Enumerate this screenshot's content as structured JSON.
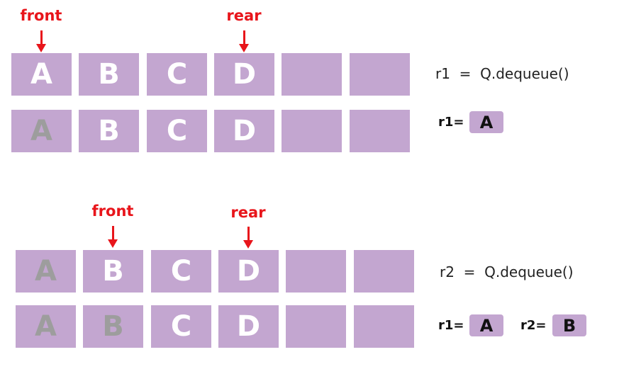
{
  "pointer_labels": {
    "front": "front",
    "rear": "rear"
  },
  "rows": [
    [
      "A",
      "B",
      "C",
      "D",
      "",
      ""
    ],
    [
      "A",
      "B",
      "C",
      "D",
      "",
      ""
    ],
    [
      "A",
      "B",
      "C",
      "D",
      "",
      ""
    ],
    [
      "A",
      "B",
      "C",
      "D",
      "",
      ""
    ]
  ],
  "operations": {
    "op1": "r1  =  Q.dequeue()",
    "op2": "r2  =  Q.dequeue()"
  },
  "results": {
    "r1_label": "r1=",
    "r1_value": "A",
    "r2_label": "r2=",
    "r2_value": "B"
  },
  "colors": {
    "cell_fill": "#c3a6d0",
    "cell_text": "#ffffff",
    "dequeued_text": "#9d9d9d",
    "pointer": "#e8151b"
  }
}
